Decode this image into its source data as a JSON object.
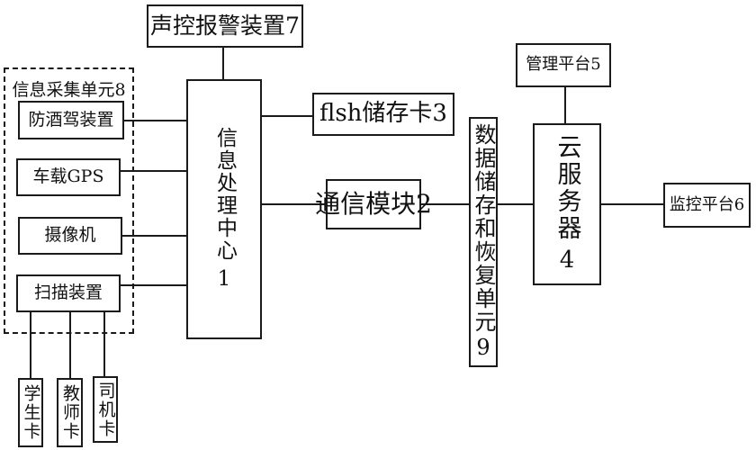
{
  "colors": {
    "background": "#ffffff",
    "line": "#1a1a1a",
    "text": "#111111"
  },
  "nodes": {
    "alarm": {
      "label": "声控报警装置7"
    },
    "collection_group": {
      "label": "信息采集单元8"
    },
    "anti_drunk_driving": {
      "label": "防酒驾装置"
    },
    "vehicle_gps": {
      "label": "车载GPS"
    },
    "camera": {
      "label": "摄像机"
    },
    "scanner": {
      "label": "扫描装置"
    },
    "processing_center": {
      "label": "信息处理中心",
      "number": "1"
    },
    "flash_card": {
      "label": "flsh储存卡3"
    },
    "comm_module": {
      "label": "通信模块2"
    },
    "data_storage_unit": {
      "label": "数据储存和恢复单元",
      "number": "9"
    },
    "cloud_server": {
      "label": "云服务器",
      "number": "4"
    },
    "management_platform": {
      "label": "管理平台5"
    },
    "monitoring_platform": {
      "label": "监控平台6"
    },
    "student_card": {
      "label": "学生卡"
    },
    "teacher_card": {
      "label": "教师卡"
    },
    "driver_card": {
      "label": "司机卡"
    }
  }
}
